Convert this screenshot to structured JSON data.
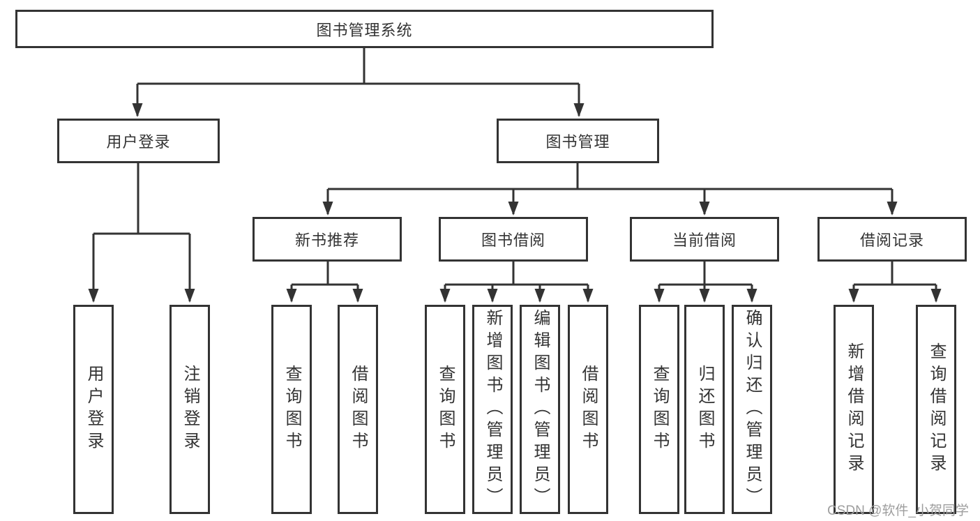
{
  "diagram": {
    "type": "hierarchy-tree",
    "nodes": {
      "root": {
        "label": "图书管理系统"
      },
      "branches": [
        {
          "label": "用户登录",
          "children": [
            {
              "label": "用户登录"
            },
            {
              "label": "注销登录"
            }
          ]
        },
        {
          "label": "图书管理",
          "children": [
            {
              "label": "新书推荐",
              "children": [
                {
                  "label": "查询图书"
                },
                {
                  "label": "借阅图书"
                }
              ]
            },
            {
              "label": "图书借阅",
              "children": [
                {
                  "label": "查询图书"
                },
                {
                  "label": "新增图书（管理员）"
                },
                {
                  "label": "编辑图书（管理员）"
                },
                {
                  "label": "借阅图书"
                }
              ]
            },
            {
              "label": "当前借阅",
              "children": [
                {
                  "label": "查询图书"
                },
                {
                  "label": "归还图书"
                },
                {
                  "label": "确认归还（管理员）"
                }
              ]
            },
            {
              "label": "借阅记录",
              "children": [
                {
                  "label": "新增借阅记录"
                },
                {
                  "label": "查询借阅记录"
                }
              ]
            }
          ]
        }
      ]
    },
    "colors": {
      "line": "#333333",
      "box_border": "#333333",
      "text": "#333333",
      "background": "#ffffff",
      "watermark": "#9e9e9e"
    }
  },
  "watermark": {
    "text": "CSDN @软件_小贺同学"
  }
}
